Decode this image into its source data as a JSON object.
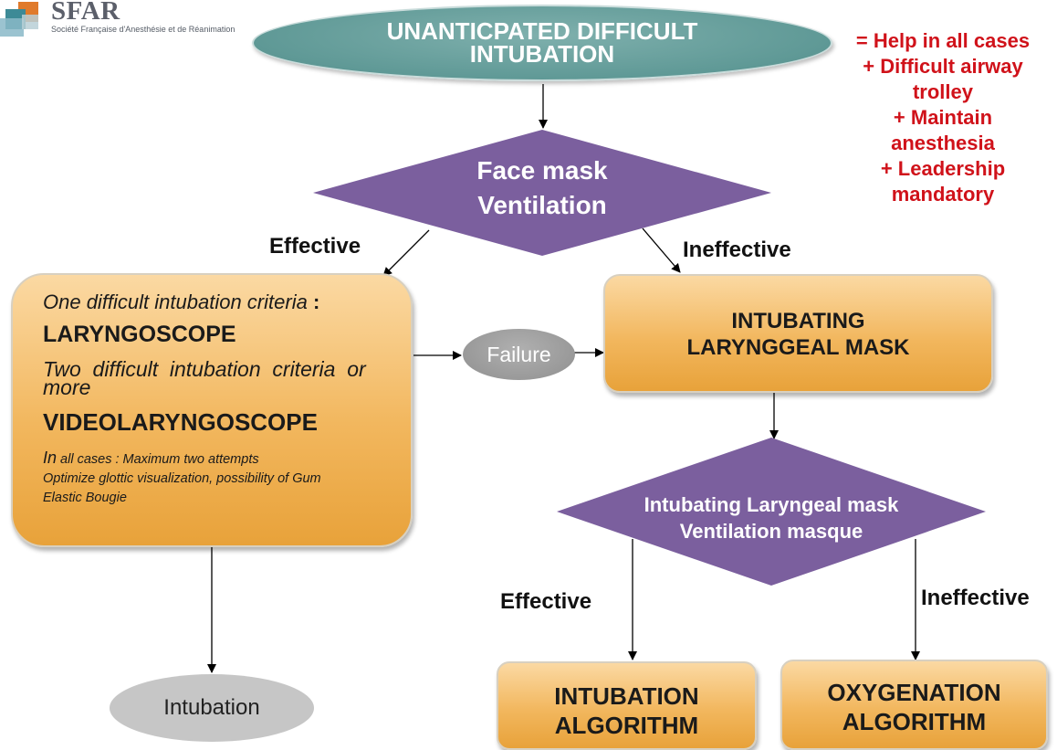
{
  "logo": {
    "title": "SFAR",
    "subtitle": "Société Française d'Anesthésie et de Réanimation"
  },
  "top": {
    "title": "UNANTICPATED DIFFICULT\nINTUBATION"
  },
  "side_note": {
    "lines": [
      "= Help in all cases",
      "+ Difficult airway",
      "trolley",
      "+ Maintain",
      "anesthesia",
      "+ Leadership",
      "mandatory"
    ]
  },
  "diamond1": {
    "text": "Face mask\nVentilation"
  },
  "left_branch": {
    "effective": "Effective",
    "ineffective": "Ineffective"
  },
  "left_box": {
    "criteria_one": "One difficult intubation criteria",
    "criteria_one_colon": " :",
    "laryngoscope": "LARYNGOSCOPE",
    "criteria_two_a": "Two  difficult  intubation  criteria  or",
    "criteria_two_b": "more",
    "videolaryngoscope": "VIDEOLARYNGOSCOPE",
    "note_prefix": "In",
    "note_1": " all cases : Maximum two attempts",
    "note_2": "Optimize glottic visualization, possibility of  Gum",
    "note_3": "Elastic Bougie"
  },
  "failure": "Failure",
  "ilm_box": {
    "title": "INTUBATING\nLARYNGGEAL MASK"
  },
  "diamond2": {
    "text": "Intubating Laryngeal mask\nVentilation masque"
  },
  "bottom_branch": {
    "effective": "Effective",
    "ineffective": "Ineffective"
  },
  "intubation": "Intubation",
  "box_intubation_algo": {
    "title": "INTUBATION\nALGORITHM"
  },
  "box_oxygenation_algo": {
    "title": "OXYGENATION\nALGORITHM"
  },
  "colors": {
    "teal": "#5f9996",
    "purple": "#7b5f9e",
    "orange": "#f2b75e",
    "red": "#d0121a",
    "gray": "#8f8f8f"
  }
}
